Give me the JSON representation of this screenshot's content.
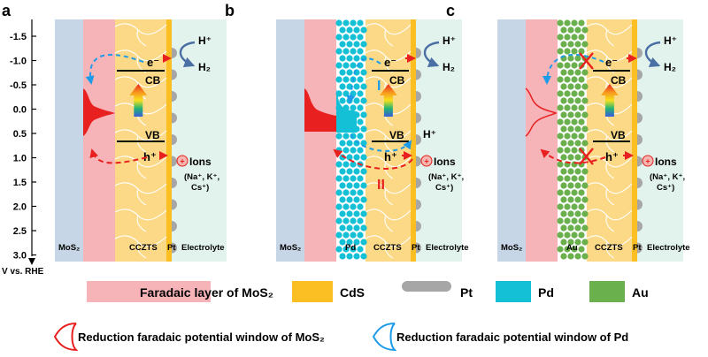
{
  "panels": [
    {
      "letter": "a",
      "left_layer": "MoS₂",
      "middle_layer": "",
      "semiconductor": "CCZTS",
      "cocatalyst": "Pt",
      "electrolyte": "Electrolyte"
    },
    {
      "letter": "b",
      "left_layer": "MoS₂",
      "middle_layer": "Pd",
      "semiconductor": "CCZTS",
      "cocatalyst": "Pt",
      "electrolyte": "Electrolyte"
    },
    {
      "letter": "c",
      "left_layer": "MoS₂",
      "middle_layer": "Au",
      "semiconductor": "CCZTS",
      "cocatalyst": "Pt",
      "electrolyte": "Electrolyte"
    }
  ],
  "band_labels": {
    "cb": "CB",
    "vb": "VB",
    "electron": "e⁻",
    "hole": "h⁺",
    "proton": "H⁺",
    "hydrogen": "H₂",
    "ions": "Ions",
    "ion_list_1": "(Na⁺, K⁺,",
    "ion_list_2": "Cs⁺)",
    "path_1": "I",
    "path_2": "II"
  },
  "axis": {
    "ticks": [
      "-1.5",
      "-1.0",
      "-0.5",
      "0.0",
      "0.5",
      "1.0",
      "1.5",
      "2.0",
      "2.5",
      "3.0"
    ],
    "label": "V vs. RHE"
  },
  "legend": {
    "items": [
      {
        "label": "Faradaic layer of MoS₂",
        "color": "#f6b3b8"
      },
      {
        "label": "CdS",
        "color": "#fbbf24"
      },
      {
        "label": "Pt",
        "color": "#a6a6a6"
      },
      {
        "label": "Pd",
        "color": "#14c0d6"
      },
      {
        "label": "Au",
        "color": "#6ab04c"
      }
    ],
    "windows": [
      {
        "label": "Reduction faradaic potential window of MoS₂",
        "color": "#e8201f"
      },
      {
        "label": "Reduction faradaic potential window of Pd",
        "color": "#1e9be8"
      }
    ]
  },
  "colors": {
    "mos2": "#c6d6e6",
    "faradaic": "#f6b3b8",
    "cczts": "#fbd986",
    "cds": "#fbbf24",
    "electrolyte": "#e2f2ec",
    "pt": "#a6a6a6",
    "pd": "#14c0d6",
    "au": "#6ab04c",
    "red": "#e8201f",
    "blue": "#1e9be8"
  }
}
